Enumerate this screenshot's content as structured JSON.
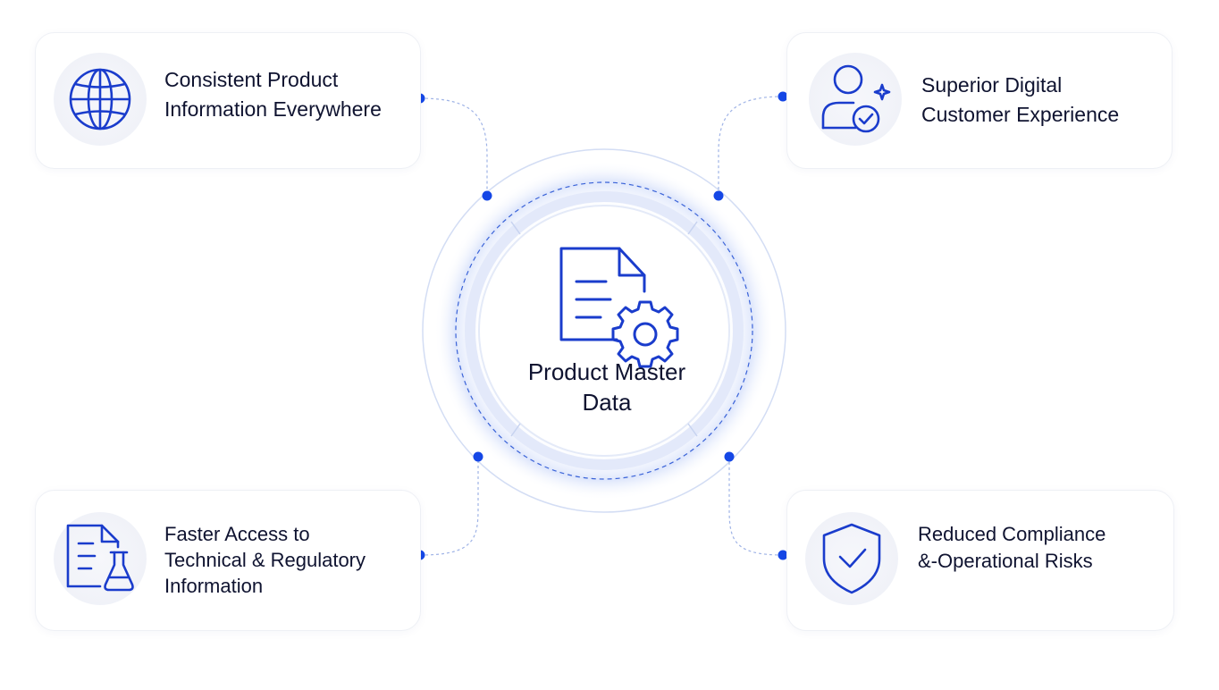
{
  "hub": {
    "title_line1": "Product Master",
    "title_line2": "Data",
    "icon": "document-gear-icon"
  },
  "benefits": [
    {
      "id": "top-left",
      "line1": "Consistent Product",
      "line2": "Information Everywhere",
      "line3": "",
      "icon": "globe-icon"
    },
    {
      "id": "top-right",
      "line1": "Superior Digital",
      "line2": "Customer Experience",
      "line3": "",
      "icon": "user-check-sparkle-icon"
    },
    {
      "id": "bottom-left",
      "line1": "Faster Access to",
      "line2": "Technical & Regulatory",
      "line3": "Information",
      "icon": "document-flask-icon"
    },
    {
      "id": "bottom-right",
      "line1": "Reduced Compliance",
      "line2": "&-Operational Risks",
      "line3": "",
      "icon": "shield-check-icon"
    }
  ],
  "colors": {
    "accent": "#1a3ccc",
    "dot": "#1547e6",
    "ring": "#c9d5f2",
    "text": "#0f1330"
  }
}
